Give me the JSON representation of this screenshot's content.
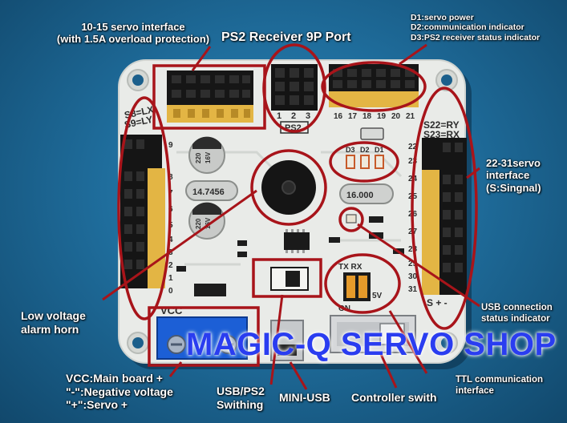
{
  "annotations": {
    "servo_10_15_line1": "10-15 servo interface",
    "servo_10_15_line2": "(with 1.5A overload protection)",
    "ps2_receiver": "PS2 Receiver 9P Port",
    "d1": "D1:servo power",
    "d2": "D2:communication indicator",
    "d3": "D3:PS2 receiver status indicator",
    "servo_22_31_line1": "22-31servo",
    "servo_22_31_line2": "interface",
    "servo_22_31_line3": "(S:Singnal)",
    "low_voltage_line1": "Low voltage",
    "low_voltage_line2": "alarm horn",
    "usb_status_line1": "USB connection",
    "usb_status_line2": "status indicator",
    "vcc_line1": "VCC:Main board +",
    "vcc_line2": "\"-\":Negative voltage",
    "vcc_line3": "\"+\":Servo +",
    "usb_ps2_line1": "USB/PS2",
    "usb_ps2_line2": "Swithing",
    "mini_usb": "MINI-USB",
    "controller_switch": "Controller swith",
    "ttl_line1": "TTL communication",
    "ttl_line2": "interface"
  },
  "watermark": "MAGIC-Q SERVO SHOP",
  "silkscreen": {
    "s8": "S8=LX",
    "s9": "S9=LY",
    "s22": "S22=RY",
    "s23": "S23=RX",
    "ps2": "PS2",
    "vcc": "VCC",
    "cap_value": "220",
    "cap_voltage": "16V",
    "crystal_left": "14.7456",
    "crystal_right": "16.000",
    "tx_rx": "TX RX",
    "on": "ON",
    "sv": "5V",
    "d3": "D3",
    "d2": "D2",
    "d1": "D1",
    "s_plus_minus": "S + -",
    "pin_numbers_top": [
      "16",
      "17",
      "18",
      "19",
      "20",
      "21"
    ],
    "pin_numbers_right": [
      "22",
      "23",
      "24",
      "25",
      "26",
      "27",
      "28",
      "29",
      "30",
      "31"
    ],
    "pin_numbers_left": [
      "9",
      "8",
      "7",
      "6",
      "5",
      "4",
      "3",
      "2",
      "1",
      "0"
    ],
    "ps2_pins": [
      "1",
      "2",
      "3"
    ]
  },
  "colors": {
    "background": "#1f6d9c",
    "board": "#e9ebe8",
    "annotation_ring": "#a8141a",
    "watermark": "#2a3df0",
    "terminal_block": "#1c5fd6",
    "pin_header": "#111111",
    "pin_gold": "#e3b544"
  }
}
